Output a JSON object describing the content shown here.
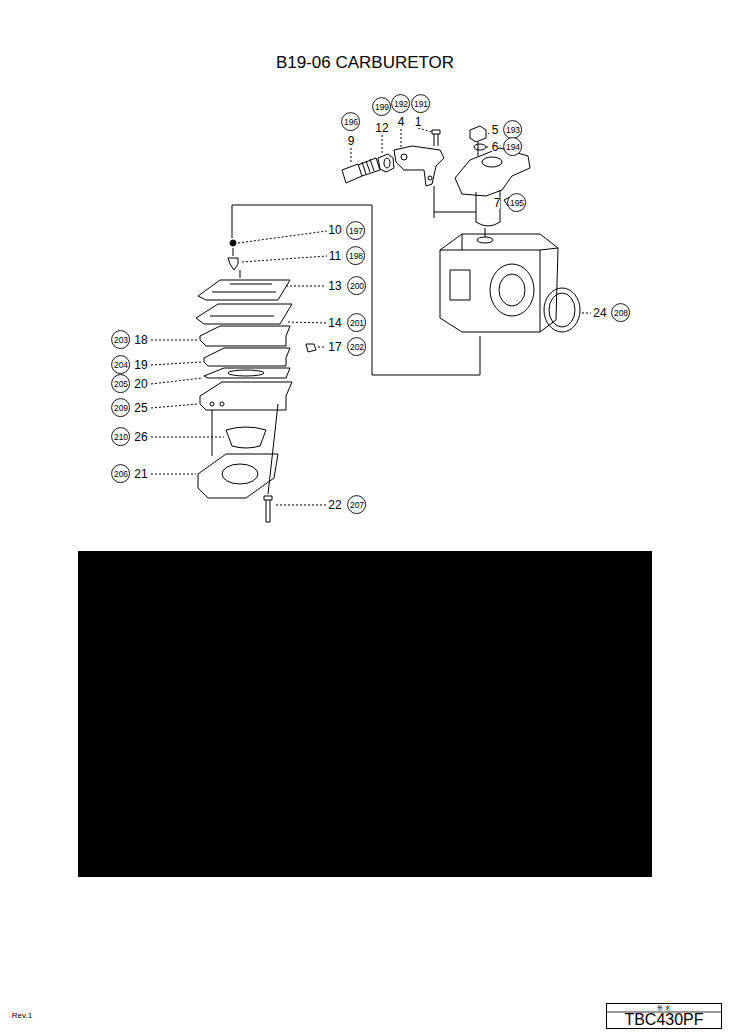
{
  "diagram": {
    "title": "B19-06 CARBURETOR",
    "nodes": [
      {
        "text": [
          "199"
        ]
      },
      {
        "text": [
          "192"
        ]
      },
      {
        "text": [
          "191"
        ]
      },
      {
        "text": [
          "196"
        ]
      },
      {
        "text": [
          "193"
        ]
      },
      {
        "text": [
          "194"
        ]
      },
      {
        "text": [
          "195"
        ]
      },
      {
        "text": [
          "197"
        ]
      },
      {
        "text": [
          "198"
        ]
      },
      {
        "text": [
          "200"
        ]
      },
      {
        "text": [
          "208"
        ]
      },
      {
        "text": [
          "201"
        ]
      },
      {
        "text": [
          "203"
        ]
      },
      {
        "text": [
          "202"
        ]
      },
      {
        "text": [
          "204"
        ]
      },
      {
        "text": [
          "205"
        ]
      },
      {
        "text": [
          "209"
        ]
      },
      {
        "text": [
          "210"
        ]
      },
      {
        "text": [
          "206"
        ]
      },
      {
        "text": [
          "207"
        ]
      },
      {
        "text": [
          "形 名",
          "TBC430PF"
        ]
      }
    ],
    "edges": [],
    "labels": [
      "12",
      "4",
      "1",
      "5",
      "9",
      "6",
      "7",
      "10",
      "11",
      "13",
      "24",
      "14",
      "18",
      "17",
      "19",
      "20",
      "25",
      "26",
      "21",
      "22",
      "Rev.1"
    ]
  }
}
